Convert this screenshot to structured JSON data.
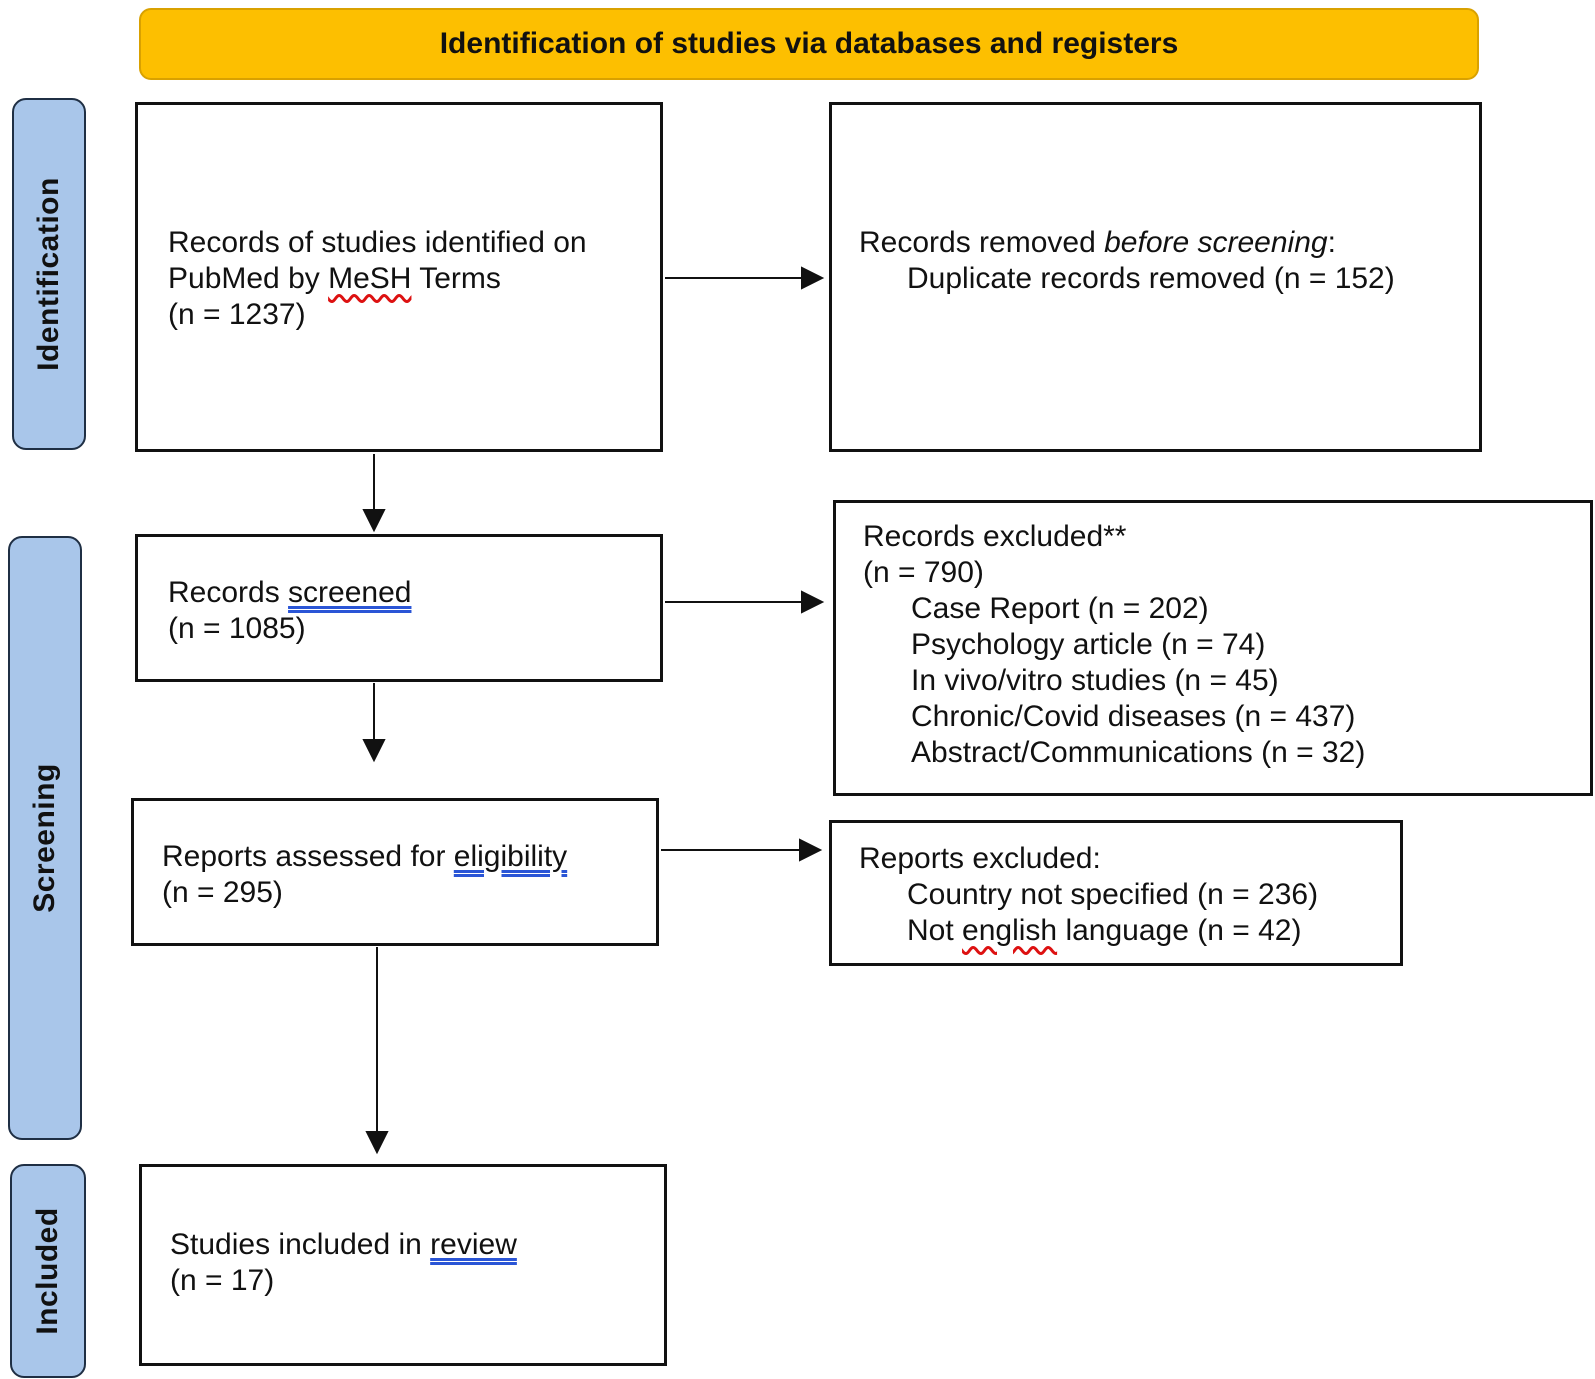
{
  "header": {
    "title": "Identification of studies via databases and registers"
  },
  "phases": {
    "identification": "Identification",
    "screening": "Screening",
    "included": "Included"
  },
  "boxes": {
    "identified": {
      "line1": "Records of studies identified on",
      "line2_a": "PubMed by ",
      "line2_b": "MeSH",
      "line2_c": " Terms",
      "line3": "(n = 1237)"
    },
    "removed": {
      "line1_a": "Records removed ",
      "line1_b": "before screening",
      "line1_c": ":",
      "line2": "Duplicate records removed (n = 152)"
    },
    "screened": {
      "line1_a": "Records ",
      "line1_b": "screened",
      "line2": "(n = 1085)"
    },
    "excluded_records": {
      "line1": "Records excluded**",
      "line2": "(n = 790)",
      "items": [
        "Case Report (n = 202)",
        "Psychology article (n = 74)",
        "In vivo/vitro studies (n = 45)",
        "Chronic/Covid diseases (n = 437)",
        "Abstract/Communications (n = 32)"
      ]
    },
    "assessed": {
      "line1_a": "Reports assessed for ",
      "line1_b": "eligibility",
      "line2": "(n = 295)"
    },
    "excluded_reports": {
      "line1": "Reports excluded:",
      "item1": "Country not specified (n = 236)",
      "item2_a": "Not ",
      "item2_b": "english",
      "item2_c": " language (n = 42)"
    },
    "included": {
      "line1_a": "Studies included in ",
      "line1_b": "review",
      "line2": "(n = 17)"
    }
  },
  "colors": {
    "banner": "#fdbf00",
    "phase": "#a9c6ea",
    "spellcheck": "#d11111",
    "grammar": "#2a55d6"
  }
}
